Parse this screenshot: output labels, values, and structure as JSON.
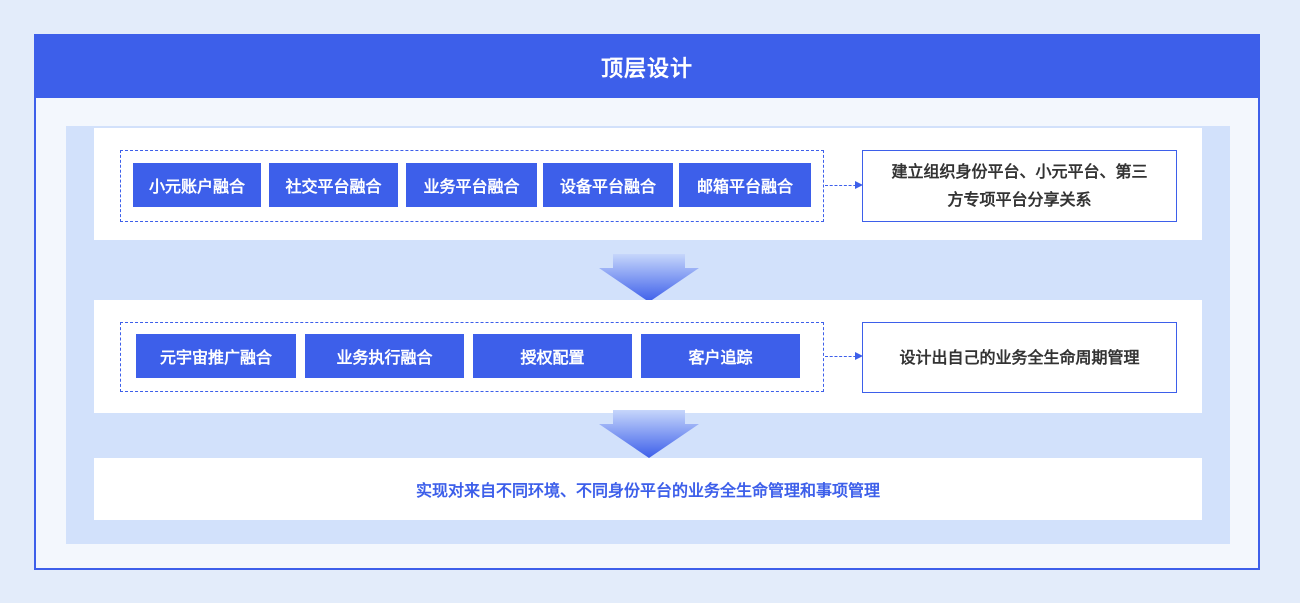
{
  "title": "顶层设计",
  "row1": {
    "chips": [
      "小元账户融合",
      "社交平台融合",
      "业务平台融合",
      "设备平台融合",
      "邮箱平台融合"
    ],
    "result_line1": "建立组织身份平台、小元平台、第三",
    "result_line2": "方专项平台分享关系"
  },
  "row2": {
    "chips": [
      "元宇宙推广融合",
      "业务执行融合",
      "授权配置",
      "客户追踪"
    ],
    "result": "设计出自己的业务全生命周期管理"
  },
  "row3": {
    "text": "实现对来自不同环境、不同身份平台的业务全生命管理和事项管理"
  },
  "colors": {
    "primary": "#3d5fea",
    "panel_bg": "#d2e1fb",
    "page_bg": "#e3ecfa"
  }
}
